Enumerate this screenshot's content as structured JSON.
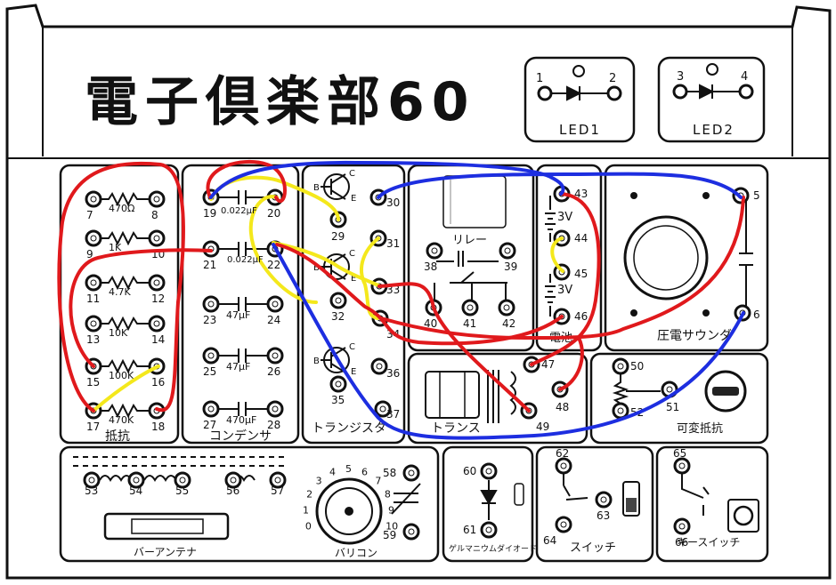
{
  "title": "電子倶楽部60",
  "led1": {
    "label": "LED1",
    "t1": "1",
    "t2": "2"
  },
  "led2": {
    "label": "LED2",
    "t1": "3",
    "t2": "4"
  },
  "resistors": {
    "label": "抵抗",
    "values": [
      "470Ω",
      "1K",
      "4.7K",
      "10K",
      "100K",
      "470K"
    ],
    "terminals": [
      "7",
      "8",
      "9",
      "10",
      "11",
      "12",
      "13",
      "14",
      "15",
      "16",
      "17",
      "18"
    ]
  },
  "capacitors": {
    "label": "コンデンサ",
    "values": [
      "0.022μF",
      "0.022μF",
      "47μF",
      "47μF",
      "470μF"
    ],
    "terminals": [
      "19",
      "20",
      "21",
      "22",
      "23",
      "24",
      "25",
      "26",
      "27",
      "28"
    ]
  },
  "transistors": {
    "label": "トランジスタ",
    "pins": [
      "B",
      "C",
      "E"
    ],
    "terminals": [
      "29",
      "30",
      "31",
      "32",
      "33",
      "34",
      "35",
      "36",
      "37"
    ]
  },
  "relay": {
    "label": "リレー",
    "terminals": [
      "38",
      "39",
      "40",
      "41",
      "42"
    ]
  },
  "battery": {
    "label": "電池",
    "v1": "3V",
    "v2": "3V",
    "terminals": [
      "43",
      "44",
      "45",
      "46"
    ]
  },
  "buzzer": {
    "label": "圧電サウンダ",
    "terminals": [
      "5",
      "6"
    ]
  },
  "transformer": {
    "label": "トランス",
    "terminals": [
      "47",
      "48",
      "49"
    ]
  },
  "variable_resistor": {
    "label": "可変抵抗",
    "terminals": [
      "50",
      "51",
      "52"
    ]
  },
  "antenna": {
    "label": "バーアンテナ",
    "terminals": [
      "53",
      "54",
      "55",
      "56",
      "57"
    ]
  },
  "varicon": {
    "label": "バリコン",
    "dial": [
      "0",
      "1",
      "2",
      "3",
      "4",
      "5",
      "6",
      "7",
      "8",
      "9",
      "10"
    ],
    "terminals": [
      "58",
      "59"
    ]
  },
  "germanium": {
    "label": "ゲルマニウムダイオード",
    "terminals": [
      "60",
      "61"
    ]
  },
  "switch": {
    "label": "スイッチ",
    "terminals": [
      "62",
      "63",
      "64"
    ]
  },
  "key_switch": {
    "label": "キースイッチ",
    "terminals": [
      "65",
      "66"
    ]
  },
  "wire_colors": {
    "red": "#e0191c",
    "blue": "#1d2ee0",
    "yellow": "#f4e81c"
  }
}
